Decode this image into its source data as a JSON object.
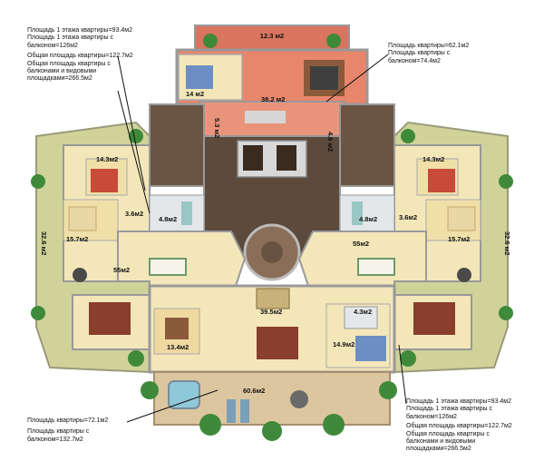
{
  "annotations": {
    "top_left": {
      "line1": "Площадь 1 этажа квартиры=93.4м2",
      "line2": "Площадь 1 этажа квартиры с",
      "line3": "балконом=126м2",
      "line4": "Общая площадь квартиры=122.7м2",
      "line5": "Общая площадь квартиры с",
      "line6": "балконами и видовыми",
      "line7": "площадками=266.5м2"
    },
    "top_right": {
      "line1": "Площадь квартиры=62.1м2",
      "line2": "Площадь квартиры с",
      "line3": "балконом=74.4м2"
    },
    "bottom_left": {
      "line1": "Площадь квартиры=72.1м2",
      "line2": "Площадь квартиры с",
      "line3": "балконом=132.7м2"
    },
    "bottom_right": {
      "line1": "Площадь 1 этажа квартиры=93.4м2",
      "line2": "Площадь 1 этажа квартиры с",
      "line3": "балконом=126м2",
      "line4": "Общая площадь квартиры=122.7м2",
      "line5": "Общая площадь квартиры с",
      "line6": "балконами и видовыми",
      "line7": "площадками=266.5м2"
    }
  },
  "rooms": {
    "terrace_top": "12.3 м2",
    "bedroom_top": "14 м2",
    "living_top": "38.2 м2",
    "bath_top": "5.3 м2",
    "balcony_top_right": "4.6 м2",
    "bedroom_left_1": "14.3м2",
    "bedroom_left_2": "15.7м2",
    "bath_left": "3.6м2",
    "wc_left": "4.8м2",
    "balcony_left": "32.6 м2",
    "living_left": "55м2",
    "bedroom_right_1": "14.3м2",
    "bedroom_right_2": "15.7м2",
    "wc_right": "4.8м2",
    "bath_right": "3.6м2",
    "living_right": "55м2",
    "balcony_right": "32.6 м2",
    "living_bottom": "39.5м2",
    "kitchen_bottom": "13.4м2",
    "bath_bottom": "4.3м2",
    "bedroom_bottom": "14.9м2",
    "terrace_bottom": "60.6м2"
  },
  "colors": {
    "terrace_red": "#d9745f",
    "floor_cream": "#f3e7b9",
    "outer_green": "#cfd39a",
    "corridor_brown": "#5c4a3c",
    "wall_gray": "#bcbcbc"
  }
}
